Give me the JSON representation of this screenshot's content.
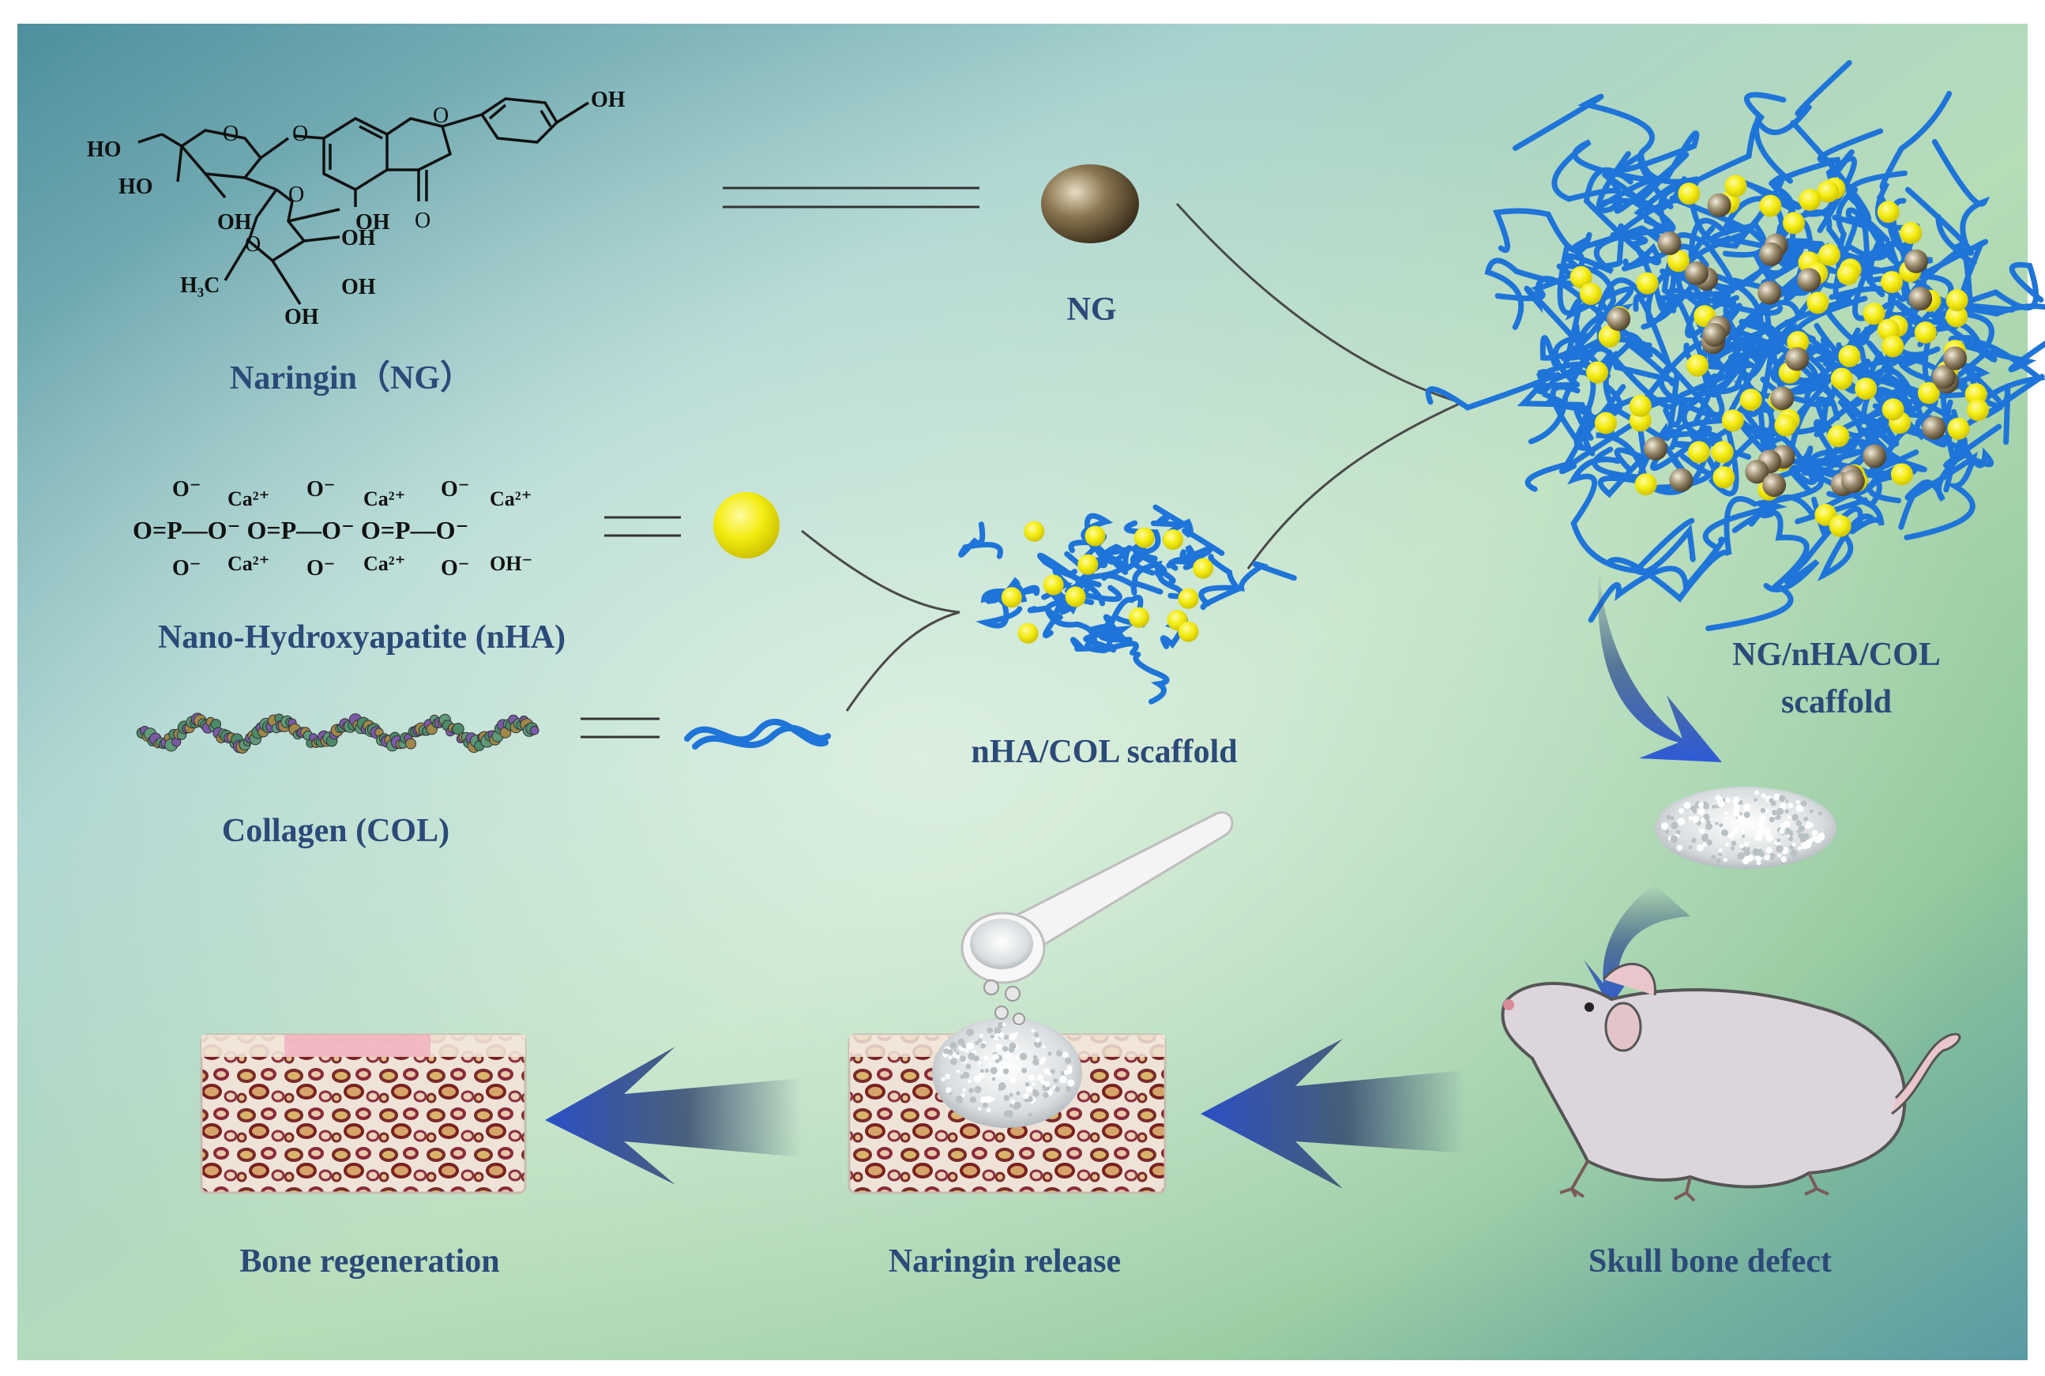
{
  "labels": {
    "naringin": "Naringin（NG）",
    "ng": "NG",
    "nha": "Nano-Hydroxyapatite (nHA)",
    "collagen": "Collagen (COL)",
    "nha_col": "nHA/COL scaffold",
    "ng_nha_col_line1": "NG/nHA/COL",
    "ng_nha_col_line2": "scaffold",
    "bone_regeneration": "Bone regeneration",
    "naringin_release": "Naringin release",
    "skull_defect": "Skull bone defect"
  },
  "naringin_structure": {
    "ho_1": "HO",
    "ho_2": "HO",
    "oh_a": "OH",
    "oh_b": "OH",
    "oh_c": "OH",
    "oh_d": "OH",
    "oh_e": "OH",
    "oh_f": "OH",
    "h3c": "H₃C",
    "o_ring_1": "O",
    "o_ring_2": "O",
    "o_ring_3": "O",
    "o_link_1": "O",
    "o_link_2": "O",
    "o_keto": "O"
  },
  "nha_formula": {
    "row_top": [
      "O⁻",
      "Ca²⁺",
      "O⁻",
      "Ca²⁺",
      "O⁻",
      "Ca²⁺"
    ],
    "row_mid": "O=P—O⁻  O=P—O⁻  O=P—O⁻",
    "row_bot": [
      "O⁻",
      "Ca²⁺",
      "O⁻",
      "Ca²⁺",
      "O⁻",
      "OH⁻"
    ]
  },
  "colors": {
    "label_text": "#2b4a78",
    "arrow_blue": "#2f57c8",
    "fiber_blue": "#1e74d8",
    "particle_yellow": "#f2ea12",
    "ng_bead": "#8a7650",
    "background_teal": "#5f9fa9",
    "background_green": "#a9d59a"
  }
}
